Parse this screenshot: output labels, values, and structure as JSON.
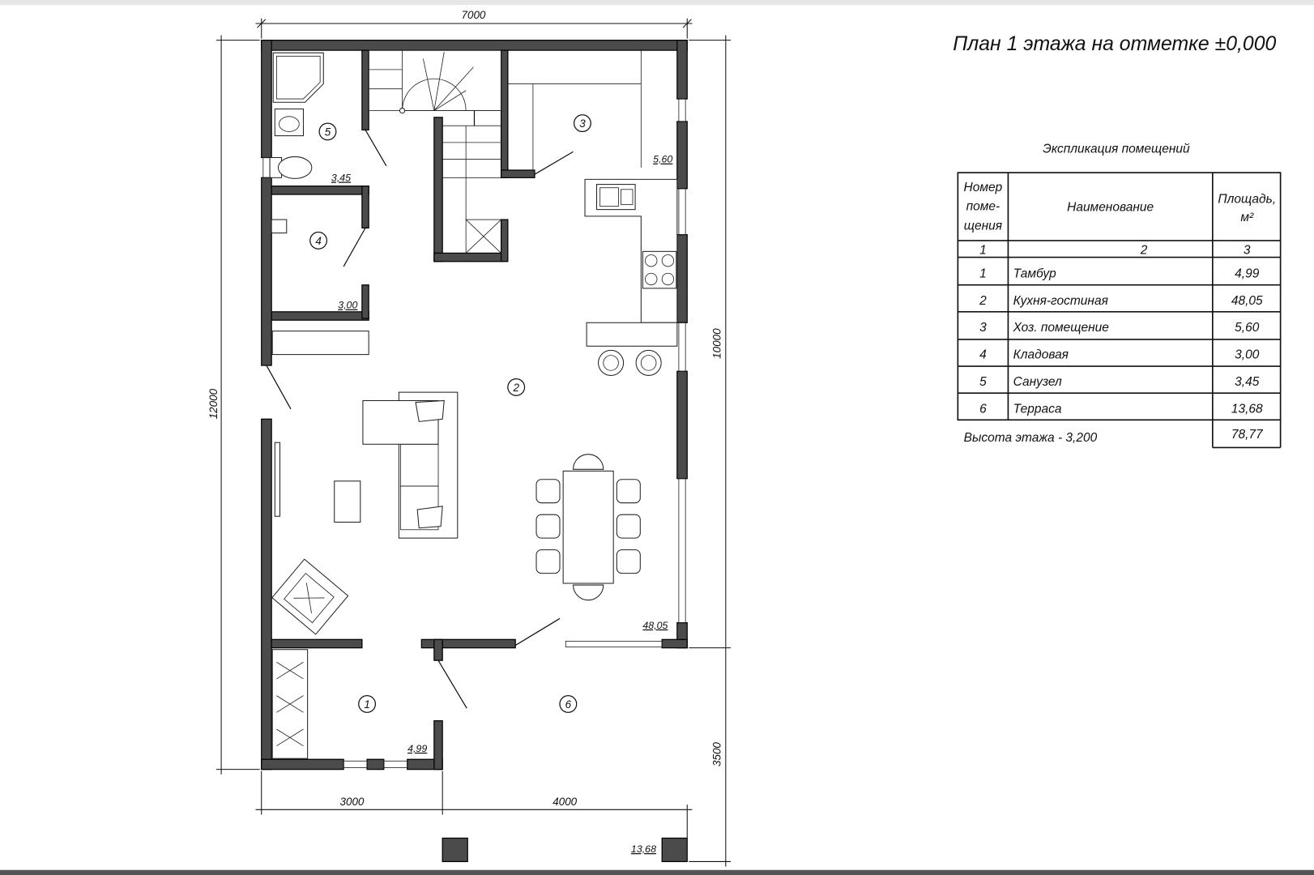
{
  "title": "План 1 этажа на отметке ±0,000",
  "dimensions": {
    "top": "7000",
    "left": "12000",
    "right_upper": "10000",
    "right_lower": "3500",
    "bottom_left": "3000",
    "bottom_right": "4000"
  },
  "rooms": [
    {
      "number": "1",
      "area": "4,99"
    },
    {
      "number": "2",
      "area": "48,05"
    },
    {
      "number": "3",
      "area": "5,60"
    },
    {
      "number": "4",
      "area": "3,00"
    },
    {
      "number": "5",
      "area": "3,45"
    },
    {
      "number": "6",
      "area": "13,68"
    }
  ],
  "explication": {
    "title": "Экспликация помещений",
    "headers": {
      "number_l1": "Номер",
      "number_l2": "поме-",
      "number_l3": "щения",
      "name": "Наименование",
      "area_l1": "Площадь,",
      "area_l2": "м²"
    },
    "col_numbers": [
      "1",
      "2",
      "3"
    ],
    "rows": [
      {
        "num": "1",
        "name": "Тамбур",
        "area": "4,99"
      },
      {
        "num": "2",
        "name": "Кухня-гостиная",
        "area": "48,05"
      },
      {
        "num": "3",
        "name": "Хоз. помещение",
        "area": "5,60"
      },
      {
        "num": "4",
        "name": "Кладовая",
        "area": "3,00"
      },
      {
        "num": "5",
        "name": "Санузел",
        "area": "3,45"
      },
      {
        "num": "6",
        "name": "Терраса",
        "area": "13,68"
      }
    ],
    "footer_label": "Высота этажа - 3,200",
    "total": "78,77"
  }
}
